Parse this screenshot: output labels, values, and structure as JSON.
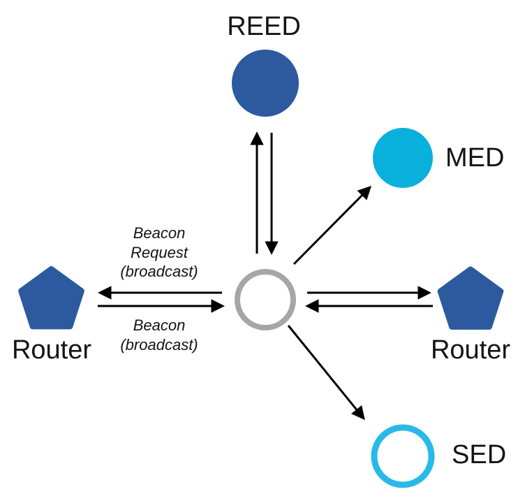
{
  "diagram": {
    "type": "network-attachment-topology",
    "colors": {
      "arrow": "#000000",
      "node_blue": "#2d5a9e",
      "med_cyan": "#09b0dc",
      "sed_cyan": "#29b9e8",
      "joiner_gray": "#a6a6a6",
      "background": "#ffffff",
      "text": "#141414"
    },
    "nodes": {
      "reed": {
        "label": "REED",
        "shape": "filled-circle",
        "color": "#2d5a9e"
      },
      "med": {
        "label": "MED",
        "shape": "filled-circle",
        "color": "#09b0dc"
      },
      "router_left": {
        "label": "Router",
        "shape": "pentagon",
        "color": "#2d5a9e"
      },
      "router_right": {
        "label": "Router",
        "shape": "pentagon",
        "color": "#2d5a9e"
      },
      "sed": {
        "label": "SED",
        "shape": "outlined-circle",
        "color": "#29b9e8"
      },
      "joiner": {
        "shape": "outlined-circle",
        "color": "#a6a6a6"
      }
    },
    "edges": [
      {
        "from": "joiner",
        "to": "reed"
      },
      {
        "from": "reed",
        "to": "joiner"
      },
      {
        "from": "joiner",
        "to": "med"
      },
      {
        "from": "joiner",
        "to": "router_left",
        "label": "Beacon\nRequest\n(broadcast)"
      },
      {
        "from": "router_left",
        "to": "joiner",
        "label": "Beacon\n(broadcast)"
      },
      {
        "from": "joiner",
        "to": "router_right"
      },
      {
        "from": "router_right",
        "to": "joiner"
      },
      {
        "from": "joiner",
        "to": "sed"
      }
    ]
  }
}
